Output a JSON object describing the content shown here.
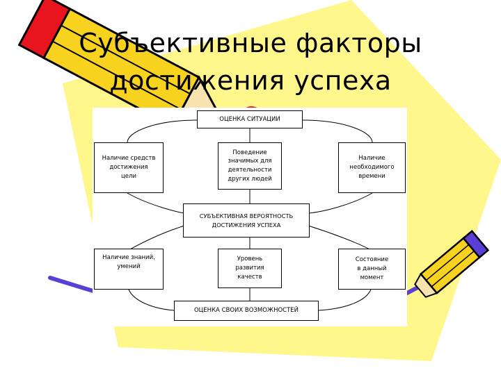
{
  "title": {
    "line1": "Субъективные факторы",
    "line2": "достижения успеха"
  },
  "diagram": {
    "top": "ОЦЕНКА СИТУАЦИИ",
    "left_top": "Наличие средств\nдостижения\nцели",
    "center_top": "Поведение\nзначимых для\nдеятельности\nдругих людей",
    "right_top": "Наличие\nнеобходимого\nвремени",
    "center": "СУБЪЕКТИВНАЯ ВЕРОЯТНОСТЬ\nДОСТИЖЕНИЯ УСПЕХА",
    "left_bottom": "Наличие знаний,\nумений",
    "center_bottom": "Уровень\nразвития\nкачеств",
    "right_bottom": "Состояние\nв данный\nмомент",
    "bottom": "ОЦЕНКА СВОИХ ВОЗМОЖНОСТЕЙ"
  },
  "colors": {
    "background_shape": "#FFF68C",
    "pencil_body": "#F7D21E",
    "pencil_red": "#E8141E",
    "pencil_blue": "#5A3FD6"
  }
}
